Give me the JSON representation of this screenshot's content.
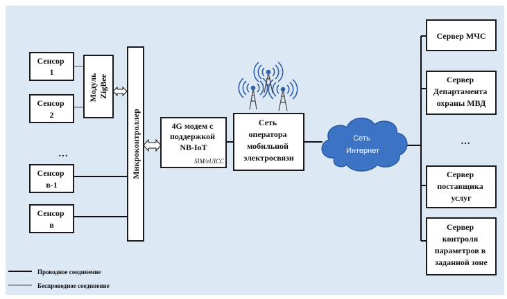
{
  "sensors": [
    {
      "lines": [
        "Сенсор",
        "1"
      ]
    },
    {
      "lines": [
        "Сенсор",
        "2"
      ]
    },
    {
      "lines": [
        "Сенсор",
        "в-1"
      ]
    },
    {
      "lines": [
        "Сенсор",
        "в"
      ]
    }
  ],
  "sensor_ellipsis": "…",
  "zigbee_module": {
    "lines": [
      "Модуль",
      "ZigBee"
    ]
  },
  "microcontroller": "Микроконтроллер",
  "modem": {
    "lines": [
      "4G модем с",
      "поддержкой",
      "NB-IoT"
    ],
    "sim": "SIM/eUICC"
  },
  "operator": {
    "lines": [
      "Сеть",
      "оператора",
      "мобильной",
      "электросвязи"
    ]
  },
  "internet": {
    "lines": [
      "Сеть",
      "Интернет"
    ]
  },
  "servers": [
    {
      "lines": [
        "Сервер МЧС"
      ]
    },
    {
      "lines": [
        "Сервер",
        "Департамента",
        "охраны МВД"
      ]
    },
    {
      "lines": [
        "Сервер",
        "поставщика",
        "услуг"
      ]
    },
    {
      "lines": [
        "Сервер",
        "контроля",
        "параметров в",
        "заданной зоне"
      ]
    }
  ],
  "server_ellipsis": "…",
  "legend": {
    "wired": "Проводное соединение",
    "wireless": "Беспроводное соединение"
  },
  "colors": {
    "background": "#ffffff",
    "panel": "#dde8f5",
    "box_border": "#1a1a1a",
    "box_fill": "#ffffff",
    "wired_line": "#111111",
    "wireless_line": "#9a9a9a",
    "cloud_fill": "#3d73c4",
    "cloud_text": "#ffffff",
    "antenna_blue": "#2e5fa6"
  }
}
